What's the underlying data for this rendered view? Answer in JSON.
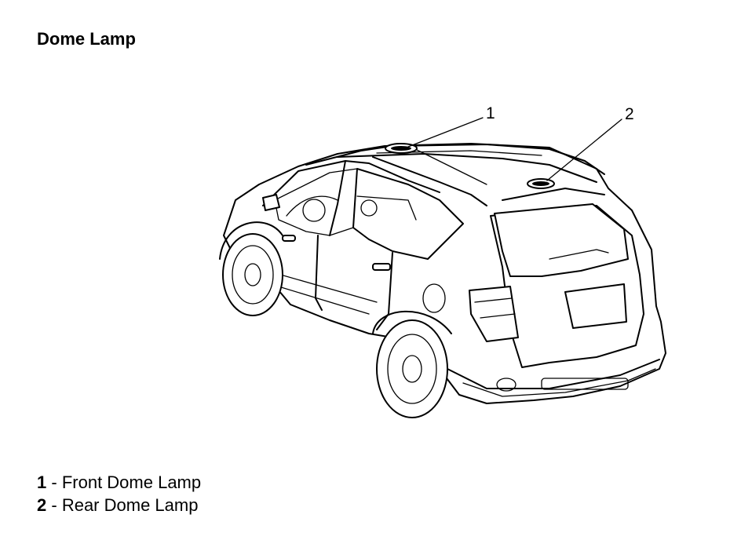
{
  "title": "Dome Lamp",
  "callouts": [
    {
      "number": "1",
      "name": "Front Dome Lamp"
    },
    {
      "number": "2",
      "name": "Rear Dome Lamp"
    }
  ],
  "legend": [
    {
      "number": "1",
      "separator": "-",
      "label": "Front Dome Lamp"
    },
    {
      "number": "2",
      "separator": "-",
      "label": "Rear Dome Lamp"
    }
  ]
}
